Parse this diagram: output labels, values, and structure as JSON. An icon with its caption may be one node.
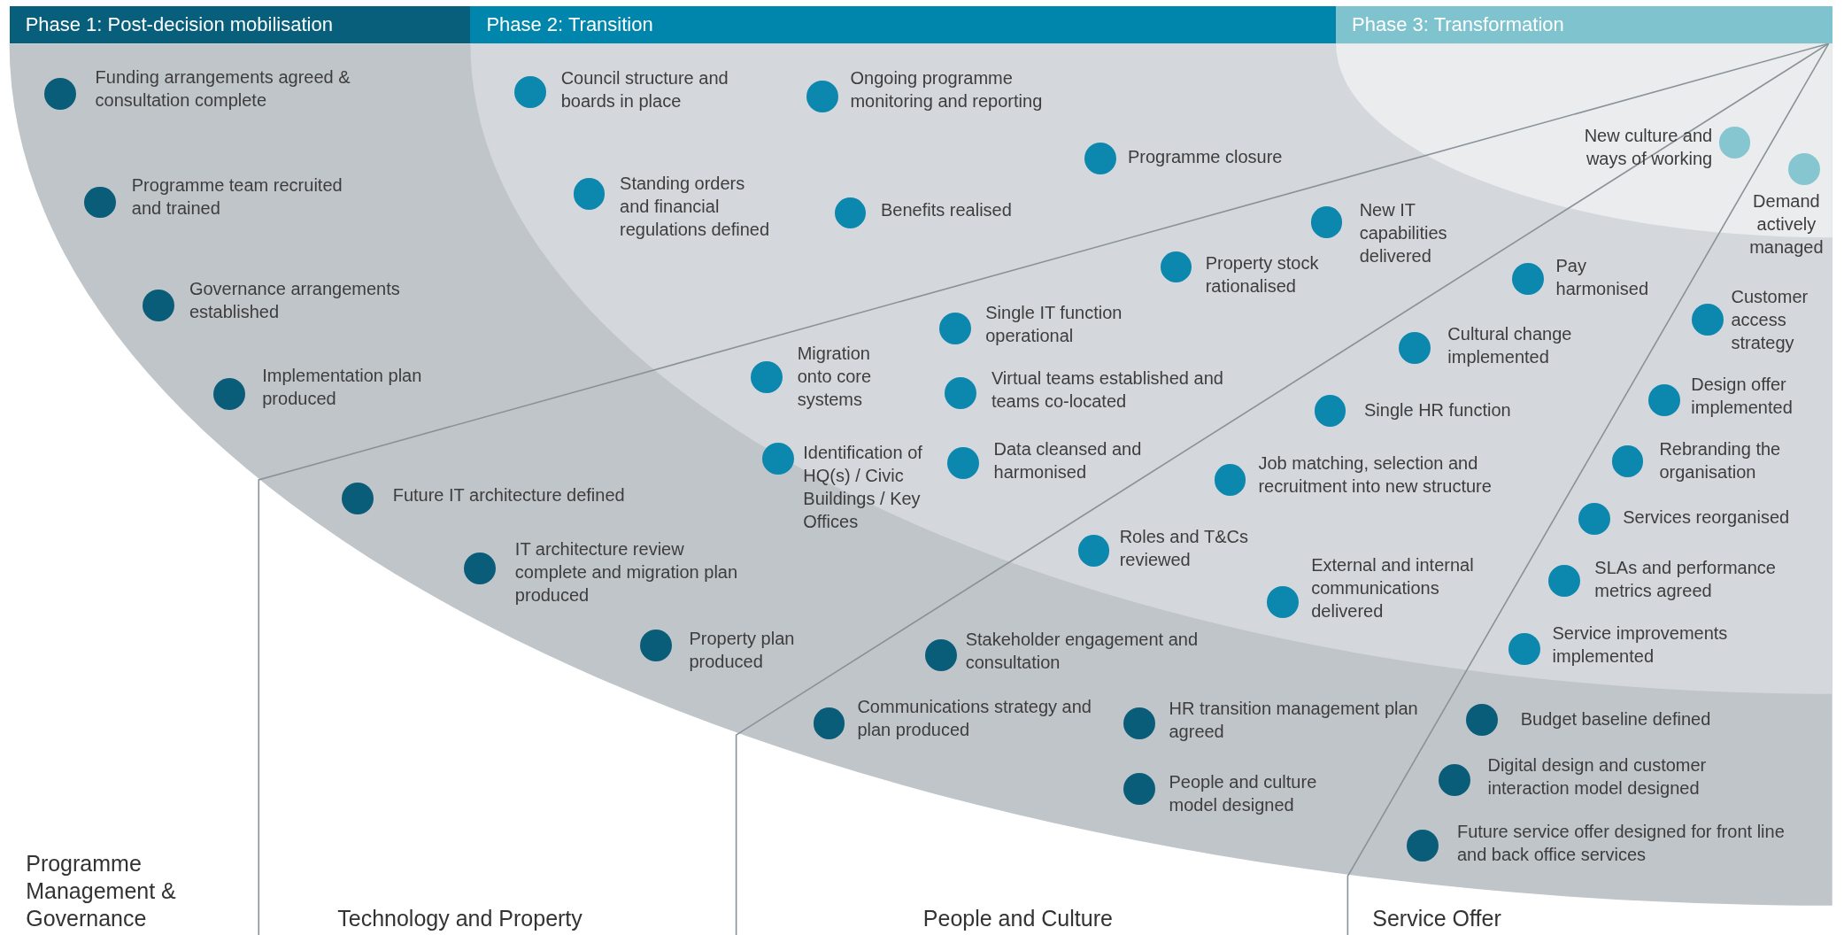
{
  "diagram": {
    "labels": [
      "Phase 1: Post-decision mobilisation",
      "Phase 2: Transition",
      "Phase 3: Transformation",
      "Funding arrangements agreed & consultation complete",
      "Programme team recruited and trained",
      "Governance arrangements established",
      "Implementation plan produced",
      "Future IT architecture defined",
      "IT architecture review complete and migration plan produced",
      "Property plan produced",
      "Stakeholder engagement and consultation",
      "Communications strategy and plan produced",
      "HR transition management plan agreed",
      "People and culture model designed",
      "Budget baseline defined",
      "Digital design and customer interaction model designed",
      "Future service offer designed for front line and back office services",
      "Council structure and boards in place",
      "Ongoing programme monitoring and reporting",
      "Programme closure",
      "Standing orders and financial regulations defined",
      "Benefits realised",
      "New IT capabilities delivered",
      "Property stock rationalised",
      "Pay harmonised",
      "Single IT function operational",
      "Cultural change implemented",
      "Migration onto core systems",
      "Virtual teams established and teams co-located",
      "Single HR function",
      "Customer access strategy",
      "Design offer implemented",
      "Identification of HQ(s) / Civic Buildings / Key Offices",
      "Data cleansed and harmonised",
      "Job matching, selection and recruitment into new structure",
      "Rebranding the organisation",
      "Services reorganised",
      "Roles and T&Cs reviewed",
      "SLAs and performance metrics agreed",
      "External and internal communications delivered",
      "Service improvements implemented",
      "New culture and ways of working",
      "Demand actively managed",
      "Programme Management & Governance",
      "Technology and Property",
      "People and Culture",
      "Service Offer"
    ]
  }
}
